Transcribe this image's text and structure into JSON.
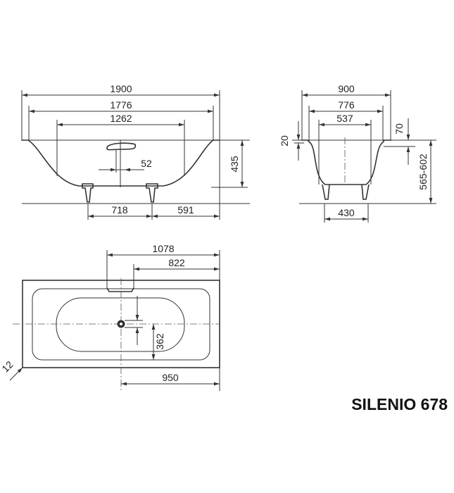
{
  "title": "SILENIO 678",
  "side_view": {
    "overall_length": "1900",
    "inner_length": "1776",
    "bottom_length": "1262",
    "waste_offset": "52",
    "height": "435",
    "foot_spacing": "718",
    "foot_to_end": "591"
  },
  "end_view": {
    "overall_width": "900",
    "inner_width": "776",
    "bottom_width": "537",
    "rim_thickness": "20",
    "rim_drop": "70",
    "total_height": "565-602",
    "foot_spacing": "430"
  },
  "plan_view": {
    "overflow_from_end": "1078",
    "overflow_inner": "822",
    "waste_from_end": "950",
    "waste_from_side": "362",
    "corner_radius": "12"
  }
}
